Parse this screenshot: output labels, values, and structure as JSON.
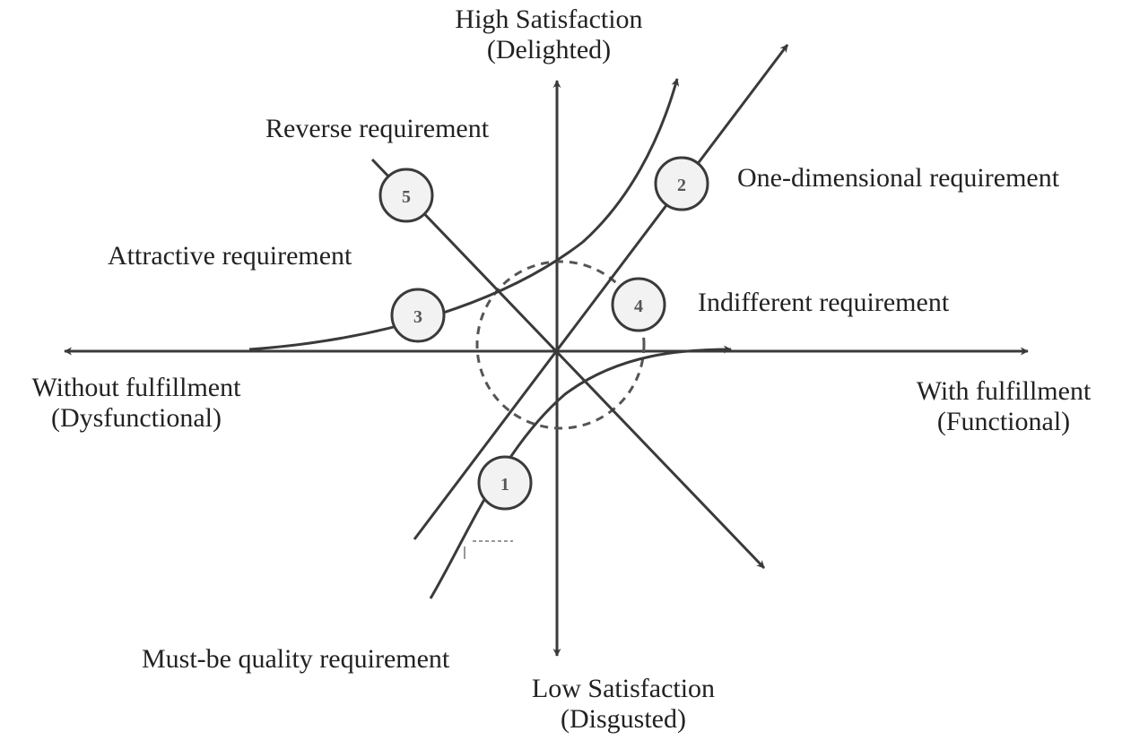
{
  "axes": {
    "top_line1": "High Satisfaction",
    "top_line2": "(Delighted)",
    "bottom_line1": "Low Satisfaction",
    "bottom_line2": "(Disgusted)",
    "left_line1": "Without fulfillment",
    "left_line2": "(Dysfunctional)",
    "right_line1": "With fulfillment",
    "right_line2": "(Functional)"
  },
  "curves": {
    "reverse": "Reverse  requirement",
    "one_dimensional": "One-dimensional  requirement",
    "attractive": "Attractive requirement",
    "indifferent": "Indifferent requirement",
    "must_be": "Must-be quality requirement"
  },
  "markers": {
    "m1": "1",
    "m2": "2",
    "m3": "3",
    "m4": "4",
    "m5": "5"
  },
  "colors": {
    "line": "#3a3a3a",
    "marker_fill": "#f2f2f2",
    "marker_text": "#555555"
  }
}
